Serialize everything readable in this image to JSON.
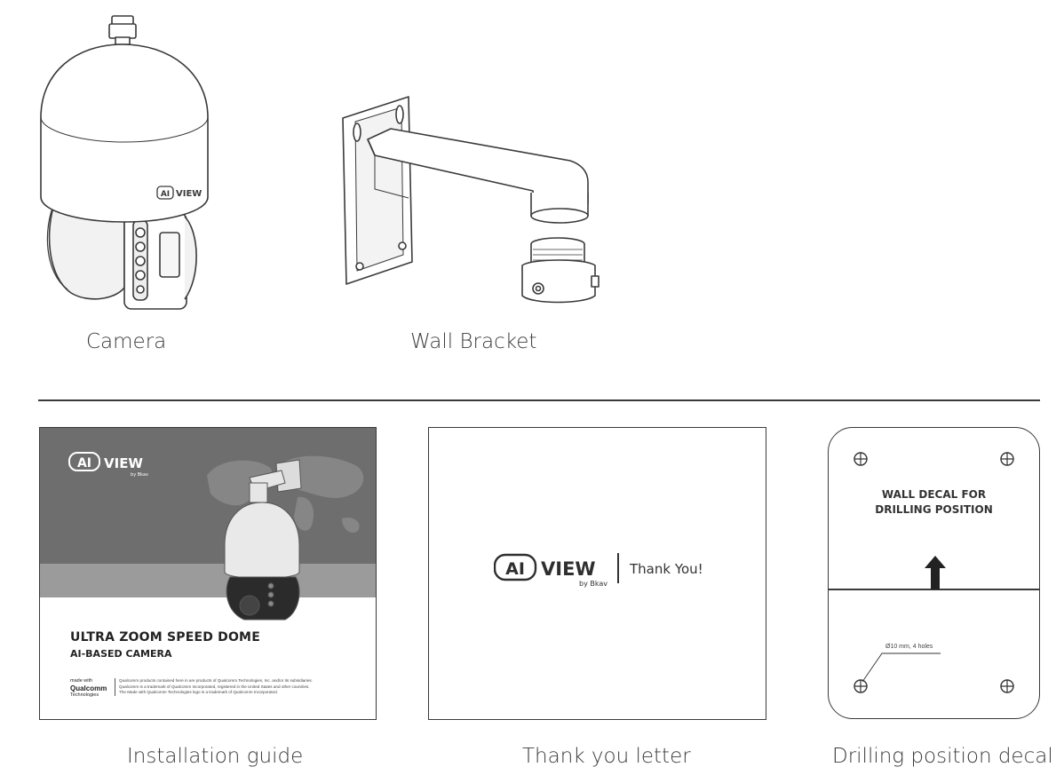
{
  "captions": {
    "camera": "Camera",
    "wall_bracket": "Wall Bracket",
    "installation_guide": "Installation guide",
    "thank_you_letter": "Thank you letter",
    "drilling_decal": "Drilling position decal"
  },
  "brand": {
    "logo_ai": "AI",
    "logo_view": "VIEW",
    "logo_by": "by Bkav"
  },
  "guide": {
    "headline": "ULTRA ZOOM SPEED DOME",
    "subheadline": "AI-BASED CAMERA",
    "made_with": "made with",
    "qualcomm": "Qualcomm",
    "technologies": "Technologies",
    "legal_1": "Qualcomm products contained here in are products of Qualcomm Technologies, Inc. and/or its subsidiaries.",
    "legal_2": "Qualcomm is a trademark of Qualcomm Incorporated, registered in the United States and other countries.",
    "legal_3": "The Made with Qualcomm Technologies logo is a trademark of Qualcomm Incorporated."
  },
  "letter": {
    "thank_you": "Thank You!"
  },
  "decal": {
    "title_line1": "WALL DECAL FOR",
    "title_line2": "DRILLING POSITION",
    "holes_note": "Ø10 mm, 4 holes"
  }
}
